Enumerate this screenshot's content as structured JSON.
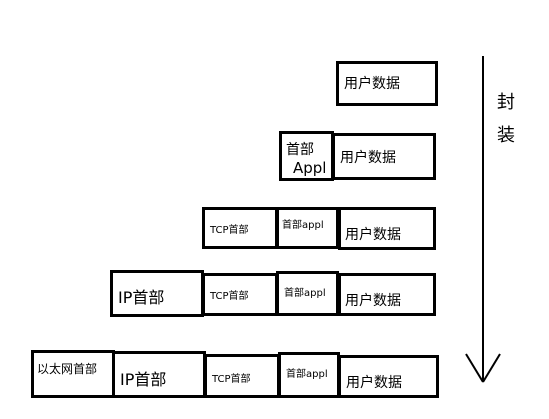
{
  "labels": {
    "user_data": "用户数据",
    "header": "首部",
    "appl": "Appl",
    "header_appl": "首部appl",
    "tcp_header": "TCP首部",
    "ip_header": "IP首部",
    "ethernet_header": "以太网首部"
  },
  "side_label": {
    "char1": "封",
    "char2": "装"
  }
}
